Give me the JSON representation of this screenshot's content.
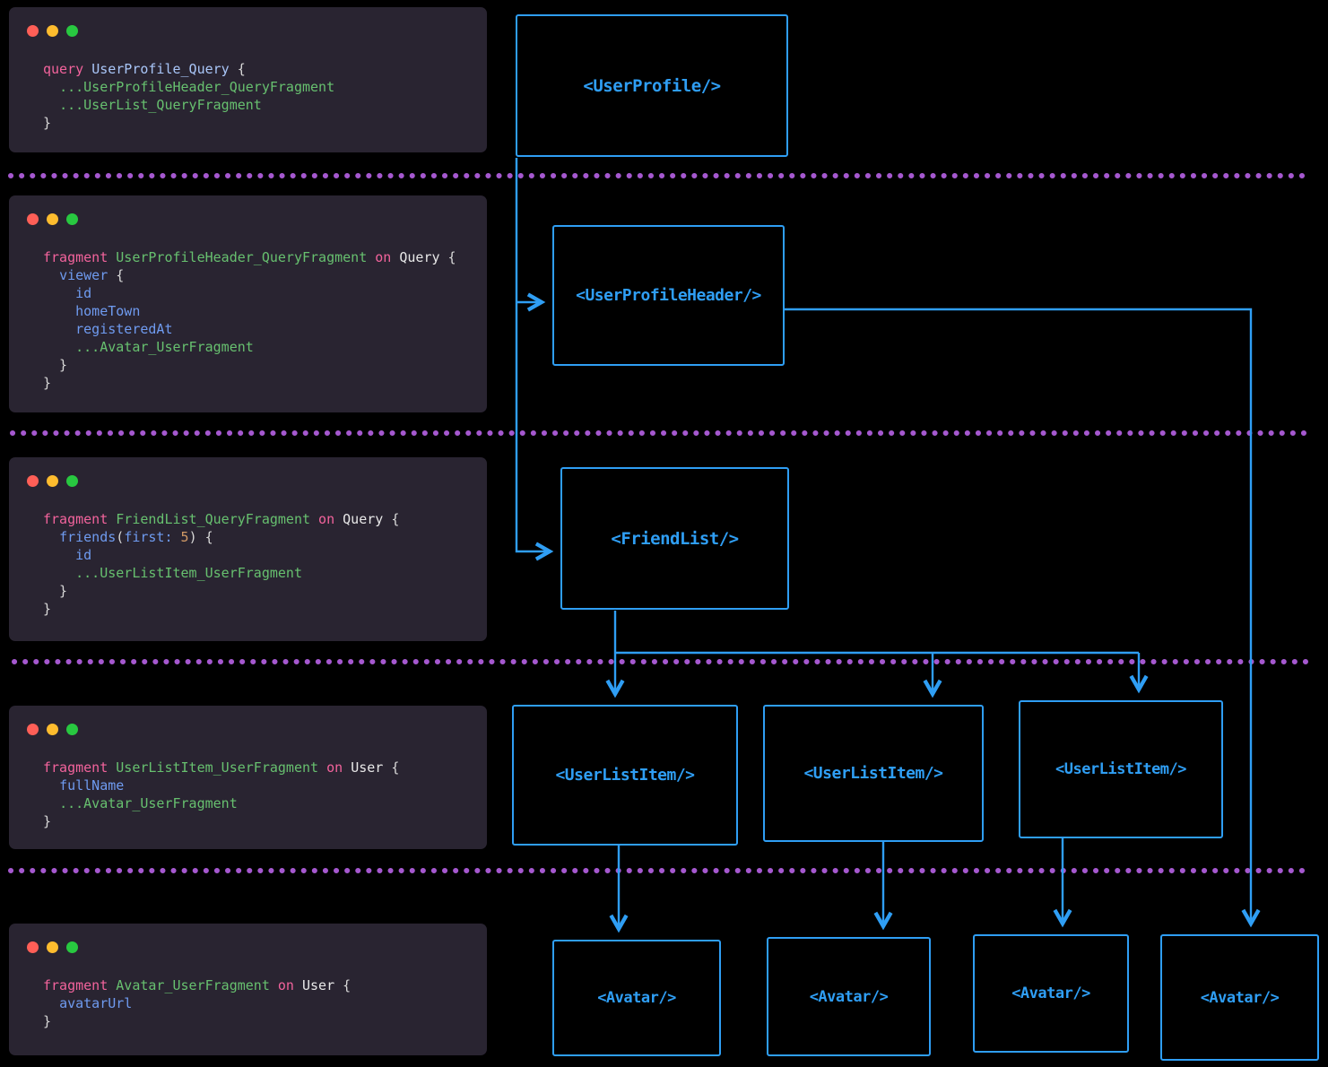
{
  "colors": {
    "background": "#000000",
    "panel_background": "#292431",
    "accent_blue": "#2f9ef4",
    "separator_purple": "#a558cf",
    "traffic_red": "#ff5f57",
    "traffic_yellow": "#febc2e",
    "traffic_green": "#28c840",
    "code_keyword_pink": "#f2639c",
    "code_fragment_green": "#67c06f",
    "code_field_blue": "#6f9bf0",
    "code_type_white": "#e8e8e8",
    "code_plain": "#d8d8d8",
    "code_number_orange": "#d19a66",
    "code_opname_blue": "#a9c6f8"
  },
  "panels": [
    {
      "name": "query-user-profile",
      "lines": [
        [
          {
            "t": "query ",
            "c": "kw"
          },
          {
            "t": "UserProfile_Query",
            "c": "opname"
          },
          {
            "t": " {",
            "c": "plain"
          }
        ],
        [
          {
            "t": "  ",
            "c": "plain"
          },
          {
            "t": "...UserProfileHeader_QueryFragment",
            "c": "frag"
          }
        ],
        [
          {
            "t": "  ",
            "c": "plain"
          },
          {
            "t": "...UserList_QueryFragment",
            "c": "frag"
          }
        ],
        [
          {
            "t": "}",
            "c": "plain"
          }
        ]
      ]
    },
    {
      "name": "fragment-user-profile-header",
      "lines": [
        [
          {
            "t": "fragment ",
            "c": "kw"
          },
          {
            "t": "UserProfileHeader_QueryFragment",
            "c": "frag"
          },
          {
            "t": " on ",
            "c": "kw"
          },
          {
            "t": "Query",
            "c": "type"
          },
          {
            "t": " {",
            "c": "plain"
          }
        ],
        [
          {
            "t": "  ",
            "c": "plain"
          },
          {
            "t": "viewer",
            "c": "field"
          },
          {
            "t": " {",
            "c": "plain"
          }
        ],
        [
          {
            "t": "    ",
            "c": "plain"
          },
          {
            "t": "id",
            "c": "field"
          }
        ],
        [
          {
            "t": "    ",
            "c": "plain"
          },
          {
            "t": "homeTown",
            "c": "field"
          }
        ],
        [
          {
            "t": "    ",
            "c": "plain"
          },
          {
            "t": "registeredAt",
            "c": "field"
          }
        ],
        [
          {
            "t": "    ",
            "c": "plain"
          },
          {
            "t": "...Avatar_UserFragment",
            "c": "frag"
          }
        ],
        [
          {
            "t": "  }",
            "c": "plain"
          }
        ],
        [
          {
            "t": "}",
            "c": "plain"
          }
        ]
      ]
    },
    {
      "name": "fragment-friend-list",
      "lines": [
        [
          {
            "t": "fragment ",
            "c": "kw"
          },
          {
            "t": "FriendList_QueryFragment",
            "c": "frag"
          },
          {
            "t": " on ",
            "c": "kw"
          },
          {
            "t": "Query",
            "c": "type"
          },
          {
            "t": " {",
            "c": "plain"
          }
        ],
        [
          {
            "t": "  ",
            "c": "plain"
          },
          {
            "t": "friends",
            "c": "field"
          },
          {
            "t": "(",
            "c": "plain"
          },
          {
            "t": "first:",
            "c": "field"
          },
          {
            "t": " ",
            "c": "plain"
          },
          {
            "t": "5",
            "c": "num"
          },
          {
            "t": ") {",
            "c": "plain"
          }
        ],
        [
          {
            "t": "    ",
            "c": "plain"
          },
          {
            "t": "id",
            "c": "field"
          }
        ],
        [
          {
            "t": "    ",
            "c": "plain"
          },
          {
            "t": "...UserListItem_UserFragment",
            "c": "frag"
          }
        ],
        [
          {
            "t": "  }",
            "c": "plain"
          }
        ],
        [
          {
            "t": "}",
            "c": "plain"
          }
        ]
      ]
    },
    {
      "name": "fragment-user-list-item",
      "lines": [
        [
          {
            "t": "fragment ",
            "c": "kw"
          },
          {
            "t": "UserListItem_UserFragment",
            "c": "frag"
          },
          {
            "t": " on ",
            "c": "kw"
          },
          {
            "t": "User",
            "c": "type"
          },
          {
            "t": " {",
            "c": "plain"
          }
        ],
        [
          {
            "t": "  ",
            "c": "plain"
          },
          {
            "t": "fullName",
            "c": "field"
          }
        ],
        [
          {
            "t": "  ",
            "c": "plain"
          },
          {
            "t": "...Avatar_UserFragment",
            "c": "frag"
          }
        ],
        [
          {
            "t": "}",
            "c": "plain"
          }
        ]
      ]
    },
    {
      "name": "fragment-avatar",
      "lines": [
        [
          {
            "t": "fragment ",
            "c": "kw"
          },
          {
            "t": "Avatar_UserFragment",
            "c": "frag"
          },
          {
            "t": " on ",
            "c": "kw"
          },
          {
            "t": "User",
            "c": "type"
          },
          {
            "t": " {",
            "c": "plain"
          }
        ],
        [
          {
            "t": "  ",
            "c": "plain"
          },
          {
            "t": "avatarUrl",
            "c": "field"
          }
        ],
        [
          {
            "t": "}",
            "c": "plain"
          }
        ]
      ]
    }
  ],
  "components": [
    {
      "id": "user-profile",
      "label": "<UserProfile/>"
    },
    {
      "id": "user-profile-header",
      "label": "<UserProfileHeader/>"
    },
    {
      "id": "friend-list",
      "label": "<FriendList/>"
    },
    {
      "id": "user-list-item-1",
      "label": "<UserListItem/>"
    },
    {
      "id": "user-list-item-2",
      "label": "<UserListItem/>"
    },
    {
      "id": "user-list-item-3",
      "label": "<UserListItem/>"
    },
    {
      "id": "avatar-1",
      "label": "<Avatar/>"
    },
    {
      "id": "avatar-2",
      "label": "<Avatar/>"
    },
    {
      "id": "avatar-3",
      "label": "<Avatar/>"
    },
    {
      "id": "avatar-4",
      "label": "<Avatar/>"
    }
  ]
}
